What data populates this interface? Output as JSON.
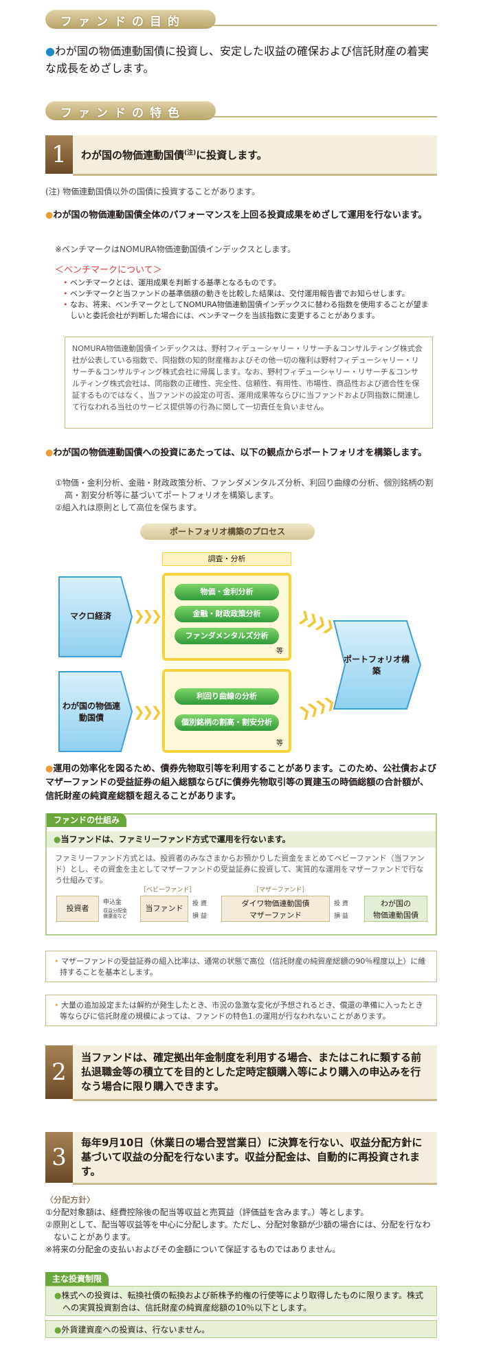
{
  "objective": {
    "header": "ファンドの目的",
    "text": "わが国の物価連動国債に投資し、安定した収益の確保および信託財産の着実な成長をめざします。"
  },
  "features": {
    "header": "ファンドの特色",
    "f1": {
      "num": "1",
      "title_pre": "わが国の物価連動国債",
      "title_sup": "(注)",
      "title_post": "に投資します。",
      "note": "(注) 物価連動国債以外の国債に投資することがあります。",
      "bullet1": "わが国の物価連動国債全体のパフォーマンスを上回る投資成果をめざして運用を行ないます。",
      "benchmark_note": "※ベンチマークはNOMURA物価連動国債インデックスとします。",
      "benchmark_head": "＜ベンチマークについて＞",
      "benchmark_items": [
        "ベンチマークとは、運用成果を判断する基準となるものです。",
        "ベンチマークと当ファンドの基準価額の動きを比較した結果は、交付運用報告書でお知らせします。",
        "なお、将来、ベンチマークとしてNOMURA物価連動国債インデックスに替わる指数を使用することが望ましいと委託会社が判断した場合には、ベンチマークを当該指数に変更することがあります。"
      ],
      "index_disclaimer": "NOMURA物価連動国債インデックスは、野村フィデューシャリー・リサーチ＆コンサルティング株式会社が公表している指数で、同指数の知的財産権およびその他一切の権利は野村フィデューシャリー・リサーチ＆コンサルティング株式会社に帰属します。なお、野村フィデューシャリー・リサーチ＆コンサルティング株式会社は、同指数の正確性、完全性、信頼性、有用性、市場性、商品性および適合性を保証するものではなく、当ファンドの設定の可否、運用成果等ならびに当ファンドおよび同指数に関連して行なわれる当社のサービス提供等の行為に関して一切責任を負いません。",
      "bullet2": "わが国の物価連動国債への投資にあたっては、以下の観点からポートフォリオを構築します。",
      "sub1": "①物価・金利分析、金融・財政政策分析、ファンダメンタルズ分析、利回り曲線の分析、個別銘柄の割高・割安分析等に基づいてポートフォリオを構築します。",
      "sub2": "②組入れは原則として高位を保ちます。",
      "process": {
        "title": "ポートフォリオ構築のプロセス",
        "research_label": "調査・分析",
        "input1": "マクロ経済",
        "input2": "わが国の物価連動国債",
        "group1": [
          "物価・金利分析",
          "金融・財政政策分析",
          "ファンダメンタルズ分析"
        ],
        "group2": [
          "利回り曲線の分析",
          "個別銘柄の割高・割安分析"
        ],
        "etc": "等",
        "output": "ポートフォリオ構築"
      },
      "bullet3": "運用の効率化を図るため、債券先物取引等を利用することがあります。このため、公社債およびマザーファンドの受益証券の組入総額ならびに債券先物取引等の買建玉の時価総額の合計額が、信託財産の純資産総額を超えることがあります。",
      "structure": {
        "tab": "ファンドの仕組み",
        "lead": "当ファンドは、ファミリーファンド方式で運用を行ないます。",
        "desc": "ファミリーファンド方式とは、投資者のみなさまからお預かりした資金をまとめてベビーファンド（当ファンド）とし、その資金を主としてマザーファンドの受益証券に投資して、実質的な運用をマザーファンドで行なう仕組みです。",
        "investor": "投資者",
        "apply": "申込金",
        "return": "収益分配金\n償還金など",
        "baby_label": "［ベビーファンド］",
        "baby": "当ファンド",
        "invest": "投 資",
        "pl": "損 益",
        "mother_label": "［マザーファンド］",
        "mother": "ダイワ物価連動国債\nマザーファンド",
        "target": "わが国の\n物価連動国債"
      },
      "note_box1": "マザーファンドの受益証券の組入比率は、通常の状態で高位（信託財産の純資産総額の90％程度以上）に維持することを基本とします。",
      "note_box2": "大量の追加設定または解約が発生したとき、市況の急激な変化が予想されるとき、償還の準備に入ったとき等ならびに信託財産の規模によっては、ファンドの特色1.の運用が行なわれないことがあります。"
    },
    "f2": {
      "num": "2",
      "title": "当ファンドは、確定拠出年金制度を利用する場合、またはこれに類する前払退職金等の積立てを目的とした定時定額購入等により購入の申込みを行なう場合に限り購入できます。"
    },
    "f3": {
      "num": "3",
      "title": "毎年9月10日（休業日の場合翌営業日）に決算を行ない、収益分配方針に基づいて収益の分配を行ないます。収益分配金は、自動的に再投資されます。",
      "policy_head": "〈分配方針〉",
      "policy": [
        "①分配対象額は、経費控除後の配当等収益と売買益（評価益を含みます。）等とします。",
        "②原則として、配当等収益等を中心に分配します。ただし、分配対象額が少額の場合には、分配を行なわないことがあります。",
        "※将来の分配金の支払いおよびその金額について保証するものではありません。"
      ]
    }
  },
  "limits": {
    "tab": "主な投資制限",
    "items": [
      "株式への投資は、転換社債の転換および新株予約権の行使等により取得したものに限ります。株式への実質投資割合は、信託財産の純資産総額の10％以下とします。",
      "外貨建資産への投資は、行ないません。"
    ]
  },
  "colors": {
    "accent_brown": "#6a4a26",
    "accent_green": "#6aa73a",
    "accent_orange": "#f19a38",
    "accent_blue": "#1e88c8",
    "benchmark_red": "#e03b3b"
  }
}
